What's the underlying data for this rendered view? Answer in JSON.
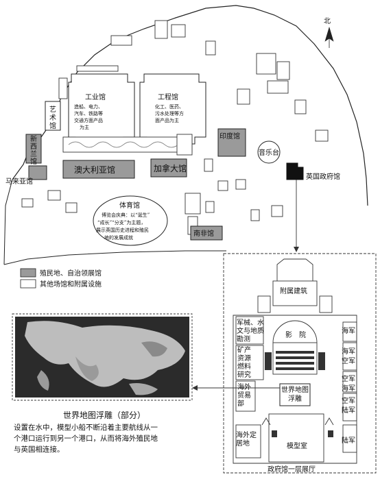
{
  "compass": {
    "label": "北"
  },
  "pavilions": {
    "industry": {
      "title": "工业馆",
      "desc": [
        "造船、电力、",
        "汽车、铁路等",
        "交通方面产品",
        "为主"
      ]
    },
    "engineering": {
      "title": "工程馆",
      "desc": [
        "化工、医药、",
        "污水处理等方",
        "面产品为主"
      ]
    },
    "art": {
      "title": [
        "艺",
        "术",
        "馆"
      ]
    },
    "newzealand": {
      "title": [
        "新",
        "西",
        "兰",
        "馆"
      ]
    },
    "malaya": {
      "title": "马来亚馆"
    },
    "australia": {
      "title": "澳大利亚馆"
    },
    "canada": {
      "title": "加拿大馆"
    },
    "india": {
      "title": "印度馆"
    },
    "music": {
      "title": "音乐台"
    },
    "gov": {
      "title": "英国政府馆"
    },
    "stadium": {
      "title": "体育馆",
      "desc": [
        "博览会庆典：以“诞生”",
        "“成长”“分支”为主题，",
        "展示英国历史进程和殖民",
        "地的发展成就"
      ]
    },
    "southafrica": {
      "title": "南非馆"
    }
  },
  "legend": [
    {
      "label": "殖民地、自治领展馆",
      "color": "#9a9a9a"
    },
    {
      "label": "其他场馆和附属设施",
      "color": "#ffffff"
    }
  ],
  "floor": {
    "caption": "政府馆一层展厅",
    "rooms": {
      "annex": "附属建筑",
      "cinema": "影　院",
      "machinery": [
        "军械、水",
        "文与地质",
        "勘测"
      ],
      "mineral": [
        "矿产",
        "资源",
        "燃料",
        "研究"
      ],
      "trade": [
        "海外",
        "贸易",
        "部"
      ],
      "relief": [
        "世界地图",
        "浮雕"
      ],
      "settle": [
        "海外定",
        "居地"
      ],
      "model": "模型室",
      "navy1": "海军",
      "navyair": [
        "海军",
        "空军"
      ],
      "airnavy": [
        "空军",
        "海军"
      ],
      "airarmy": [
        "空军",
        "陆军"
      ],
      "army": "陆军"
    }
  },
  "inset": {
    "title": "世界地图浮雕（部分）",
    "caption": [
      "设置在水中，模型小船不断沿着主要航线从一",
      "个港口运行到另一个港口，从而将海外殖民地",
      "与英国相连接。"
    ]
  }
}
